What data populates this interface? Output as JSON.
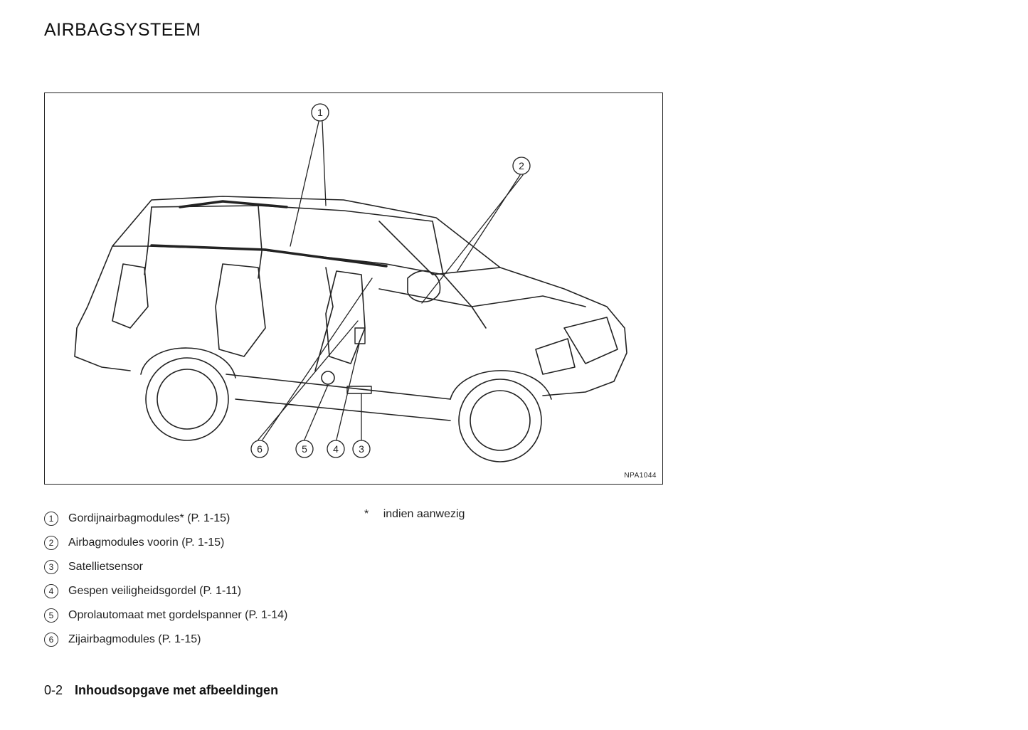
{
  "page": {
    "title": "AIRBAGSYSTEEM"
  },
  "figure": {
    "code": "NPA1044",
    "callouts": [
      "1",
      "2",
      "3",
      "4",
      "5",
      "6"
    ]
  },
  "legend": [
    {
      "number": "1",
      "text": "Gordijnairbagmodules* (P. 1-15)"
    },
    {
      "number": "2",
      "text": "Airbagmodules voorin (P. 1-15)"
    },
    {
      "number": "3",
      "text": "Satellietsensor"
    },
    {
      "number": "4",
      "text": "Gespen veiligheidsgordel (P. 1-11)"
    },
    {
      "number": "5",
      "text": "Oprolautomaat met gordelspanner (P. 1-14)"
    },
    {
      "number": "6",
      "text": "Zijairbagmodules (P. 1-15)"
    }
  ],
  "footnote": {
    "marker": "*",
    "text": "indien aanwezig"
  },
  "footer": {
    "page_number": "0-2",
    "section": "Inhoudsopgave met afbeeldingen"
  }
}
